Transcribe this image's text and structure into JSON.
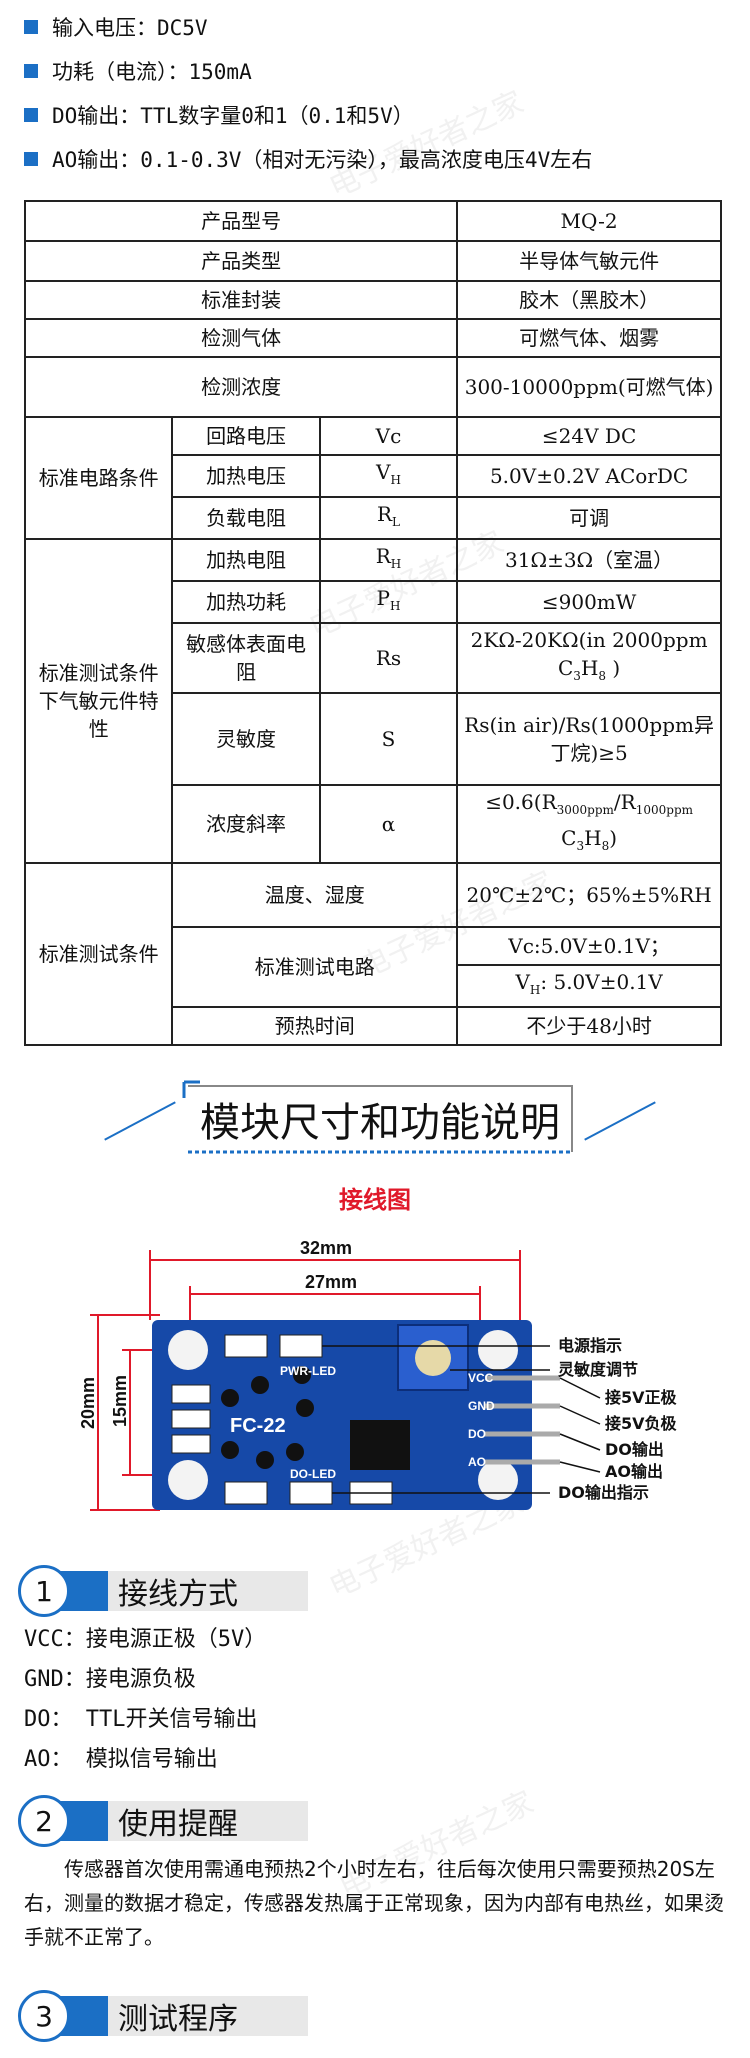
{
  "bullets": [
    "输入电压：DC5V",
    "功耗（电流）：150mA",
    "DO输出：TTL数字量0和1（0.1和5V）",
    "AO输出：0.1-0.3V（相对无污染），最高浓度电压4V左右"
  ],
  "spec": {
    "model_label": "产品型号",
    "model_value": "MQ-2",
    "type_label": "产品类型",
    "type_value": "半导体气敏元件",
    "pack_label": "标准封装",
    "pack_value": "胶木（黑胶木）",
    "gas_label": "检测气体",
    "gas_value": "可燃气体、烟雾",
    "conc_label": "检测浓度",
    "conc_value": "300-10000ppm(可燃气体)",
    "circuit_group": "标准电路条件",
    "loop_label": "回路电压",
    "loop_sym": "Vc",
    "loop_value": "≤24V  DC",
    "heat_label": "加热电压",
    "heat_sym_main": "V",
    "heat_sym_sub": "H",
    "heat_value": "5.0V±0.2V ACorDC",
    "load_label": "负载电阻",
    "load_sym_main": "R",
    "load_sym_sub": "L",
    "load_value": "可调",
    "test_group": "标准测试条件下气敏元件特性",
    "hres_label": "加热电阻",
    "hres_sym_main": "R",
    "hres_sym_sub": "H",
    "hres_value": "31Ω±3Ω（室温）",
    "hpow_label": "加热功耗",
    "hpow_sym_main": "P",
    "hpow_sym_sub": "H",
    "hpow_value": "≤900mW",
    "rs_label": "敏感体表面电阻",
    "rs_sym": "Rs",
    "rs_value_a": "2KΩ-20KΩ(in 2000ppm C",
    "rs_value_sub1": "3",
    "rs_value_b": "H",
    "rs_value_sub2": "8",
    "rs_value_c": " )",
    "sens_label": "灵敏度",
    "sens_sym": "S",
    "sens_value": "Rs(in air)/Rs(1000ppm异丁烷)≥5",
    "slope_label": "浓度斜率",
    "slope_sym": "α",
    "slope_a": "≤0.6(R",
    "slope_sub1": "3000ppm",
    "slope_b": "/R",
    "slope_sub2": "1000ppm",
    "slope_c": " C",
    "slope_sub3": "3",
    "slope_d": "H",
    "slope_sub4": "8",
    "slope_e": ")",
    "env_group": "标准测试条件",
    "temp_label": "温度、湿度",
    "temp_value": "20℃±2℃；65%±5%RH",
    "circ_label": "标准测试电路",
    "circ_value1": "Vc:5.0V±0.1V；",
    "circ_value2_main": "V",
    "circ_value2_sub": "H",
    "circ_value2_rest": ": 5.0V±0.1V",
    "pre_label": "预热时间",
    "pre_value": "不少于48小时"
  },
  "section_title": "模块尺寸和功能说明",
  "wiring_title": "接线图",
  "diagram": {
    "dim_32": "32mm",
    "dim_27": "27mm",
    "dim_20": "20mm",
    "dim_15": "15mm",
    "board_label": "FC-22",
    "pwr_led": "PWR-LED",
    "do_led": "DO-LED",
    "pins": [
      "VCC",
      "GND",
      "DO",
      "AO"
    ],
    "callouts": [
      "电源指示",
      "灵敏度调节",
      "接5V正极",
      "接5V负极",
      "DO输出",
      "AO输出",
      "DO输出指示"
    ]
  },
  "steps": [
    {
      "num": "1",
      "label": "接线方式"
    },
    {
      "num": "2",
      "label": "使用提醒"
    },
    {
      "num": "3",
      "label": "测试程序"
    }
  ],
  "wiring_lines": [
    "VCC：接电源正极（5V）",
    "GND：接电源负极",
    "DO： TTL开关信号输出",
    "AO： 模拟信号输出"
  ],
  "reminder": "传感器首次使用需通电预热2个小时左右，往后每次使用只需要预热20S左右，测量的数据才稳定，传感器发热属于正常现象，因为内部有电热丝，如果烫手就不正常了。",
  "colors": {
    "accent": "#1b6fc5",
    "red": "#e0192a",
    "board": "#1649a8"
  }
}
